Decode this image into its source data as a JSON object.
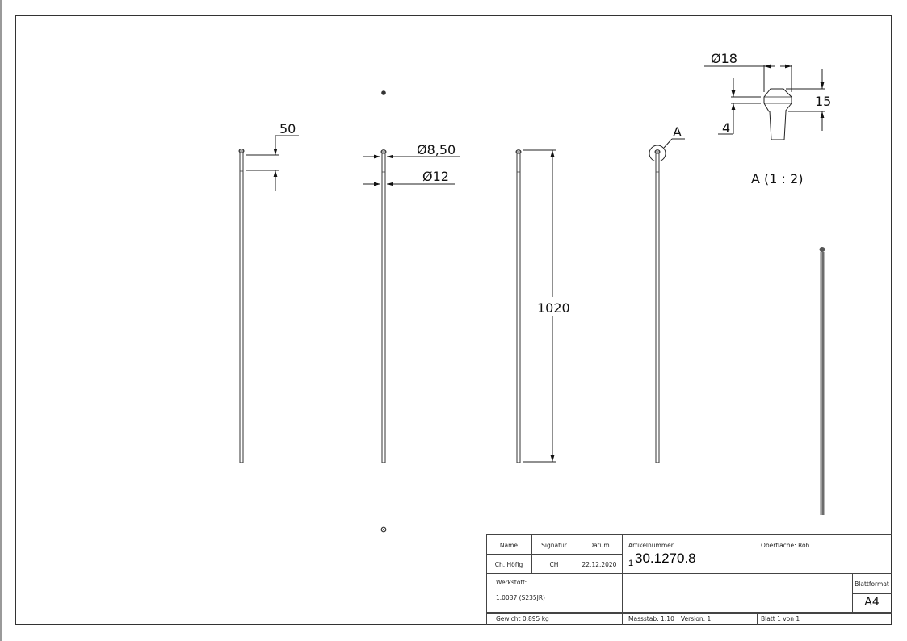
{
  "views": {
    "view1": {
      "dimension": "50"
    },
    "view2": {
      "dimension_top": "Ø8,50",
      "dimension_bottom": "Ø12"
    },
    "view3": {
      "dimension": "1020"
    },
    "view4": {
      "detail_label": "A"
    }
  },
  "detail": {
    "diameter": "Ø18",
    "height": "15",
    "chamfer": "4",
    "caption": "A (1 : 2)"
  },
  "title_block": {
    "name_header": "Name",
    "signature_header": "Signatur",
    "date_header": "Datum",
    "name_value": "Ch. Höfig",
    "signature_value": "CH",
    "date_value": "22.12.2020",
    "article_label": "Artikelnummer",
    "article_number": "30.1270.8",
    "article_prefix": "1",
    "surface_label": "Oberfläche:  Roh",
    "material_label": "Werkstoff:",
    "material_value": "1.0037 (S235JR)",
    "sheet_format_label": "Blattformat",
    "sheet_format_value": "A4",
    "weight": "Gewicht 0.895 kg",
    "scale": "Massstab: 1:10",
    "version": "Version: 1",
    "sheet": "Blatt 1 von 1"
  }
}
